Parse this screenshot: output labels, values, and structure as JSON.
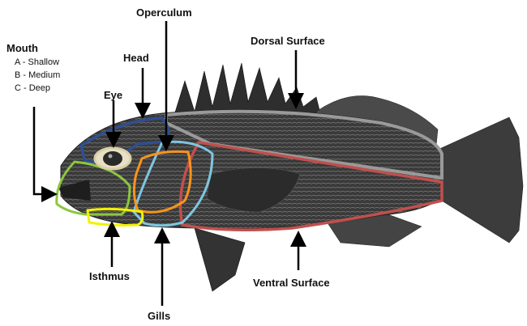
{
  "labels": {
    "mouth": "Mouth",
    "mouth_options": [
      "A - Shallow",
      "B - Medium",
      "C - Deep"
    ],
    "head": "Head",
    "operculum": "Operculum",
    "eye": "Eye",
    "dorsal_surface": "Dorsal Surface",
    "ventral_surface": "Ventral Surface",
    "isthmus": "Isthmus",
    "gills": "Gills"
  },
  "outline_colors": {
    "head": "#2f4f8f",
    "dorsal": "#9a9a9a",
    "ventral": "#c0504d",
    "gills": "#7ec6e0",
    "operculum": "#f7941d",
    "mouth": "#8dc63f",
    "isthmus": "#f2f200",
    "eye": "#d9cfa6"
  },
  "fish_colors": {
    "body": "#3a3a3a",
    "scales": "#6e6e6e",
    "fin": "#2e2e2e"
  }
}
